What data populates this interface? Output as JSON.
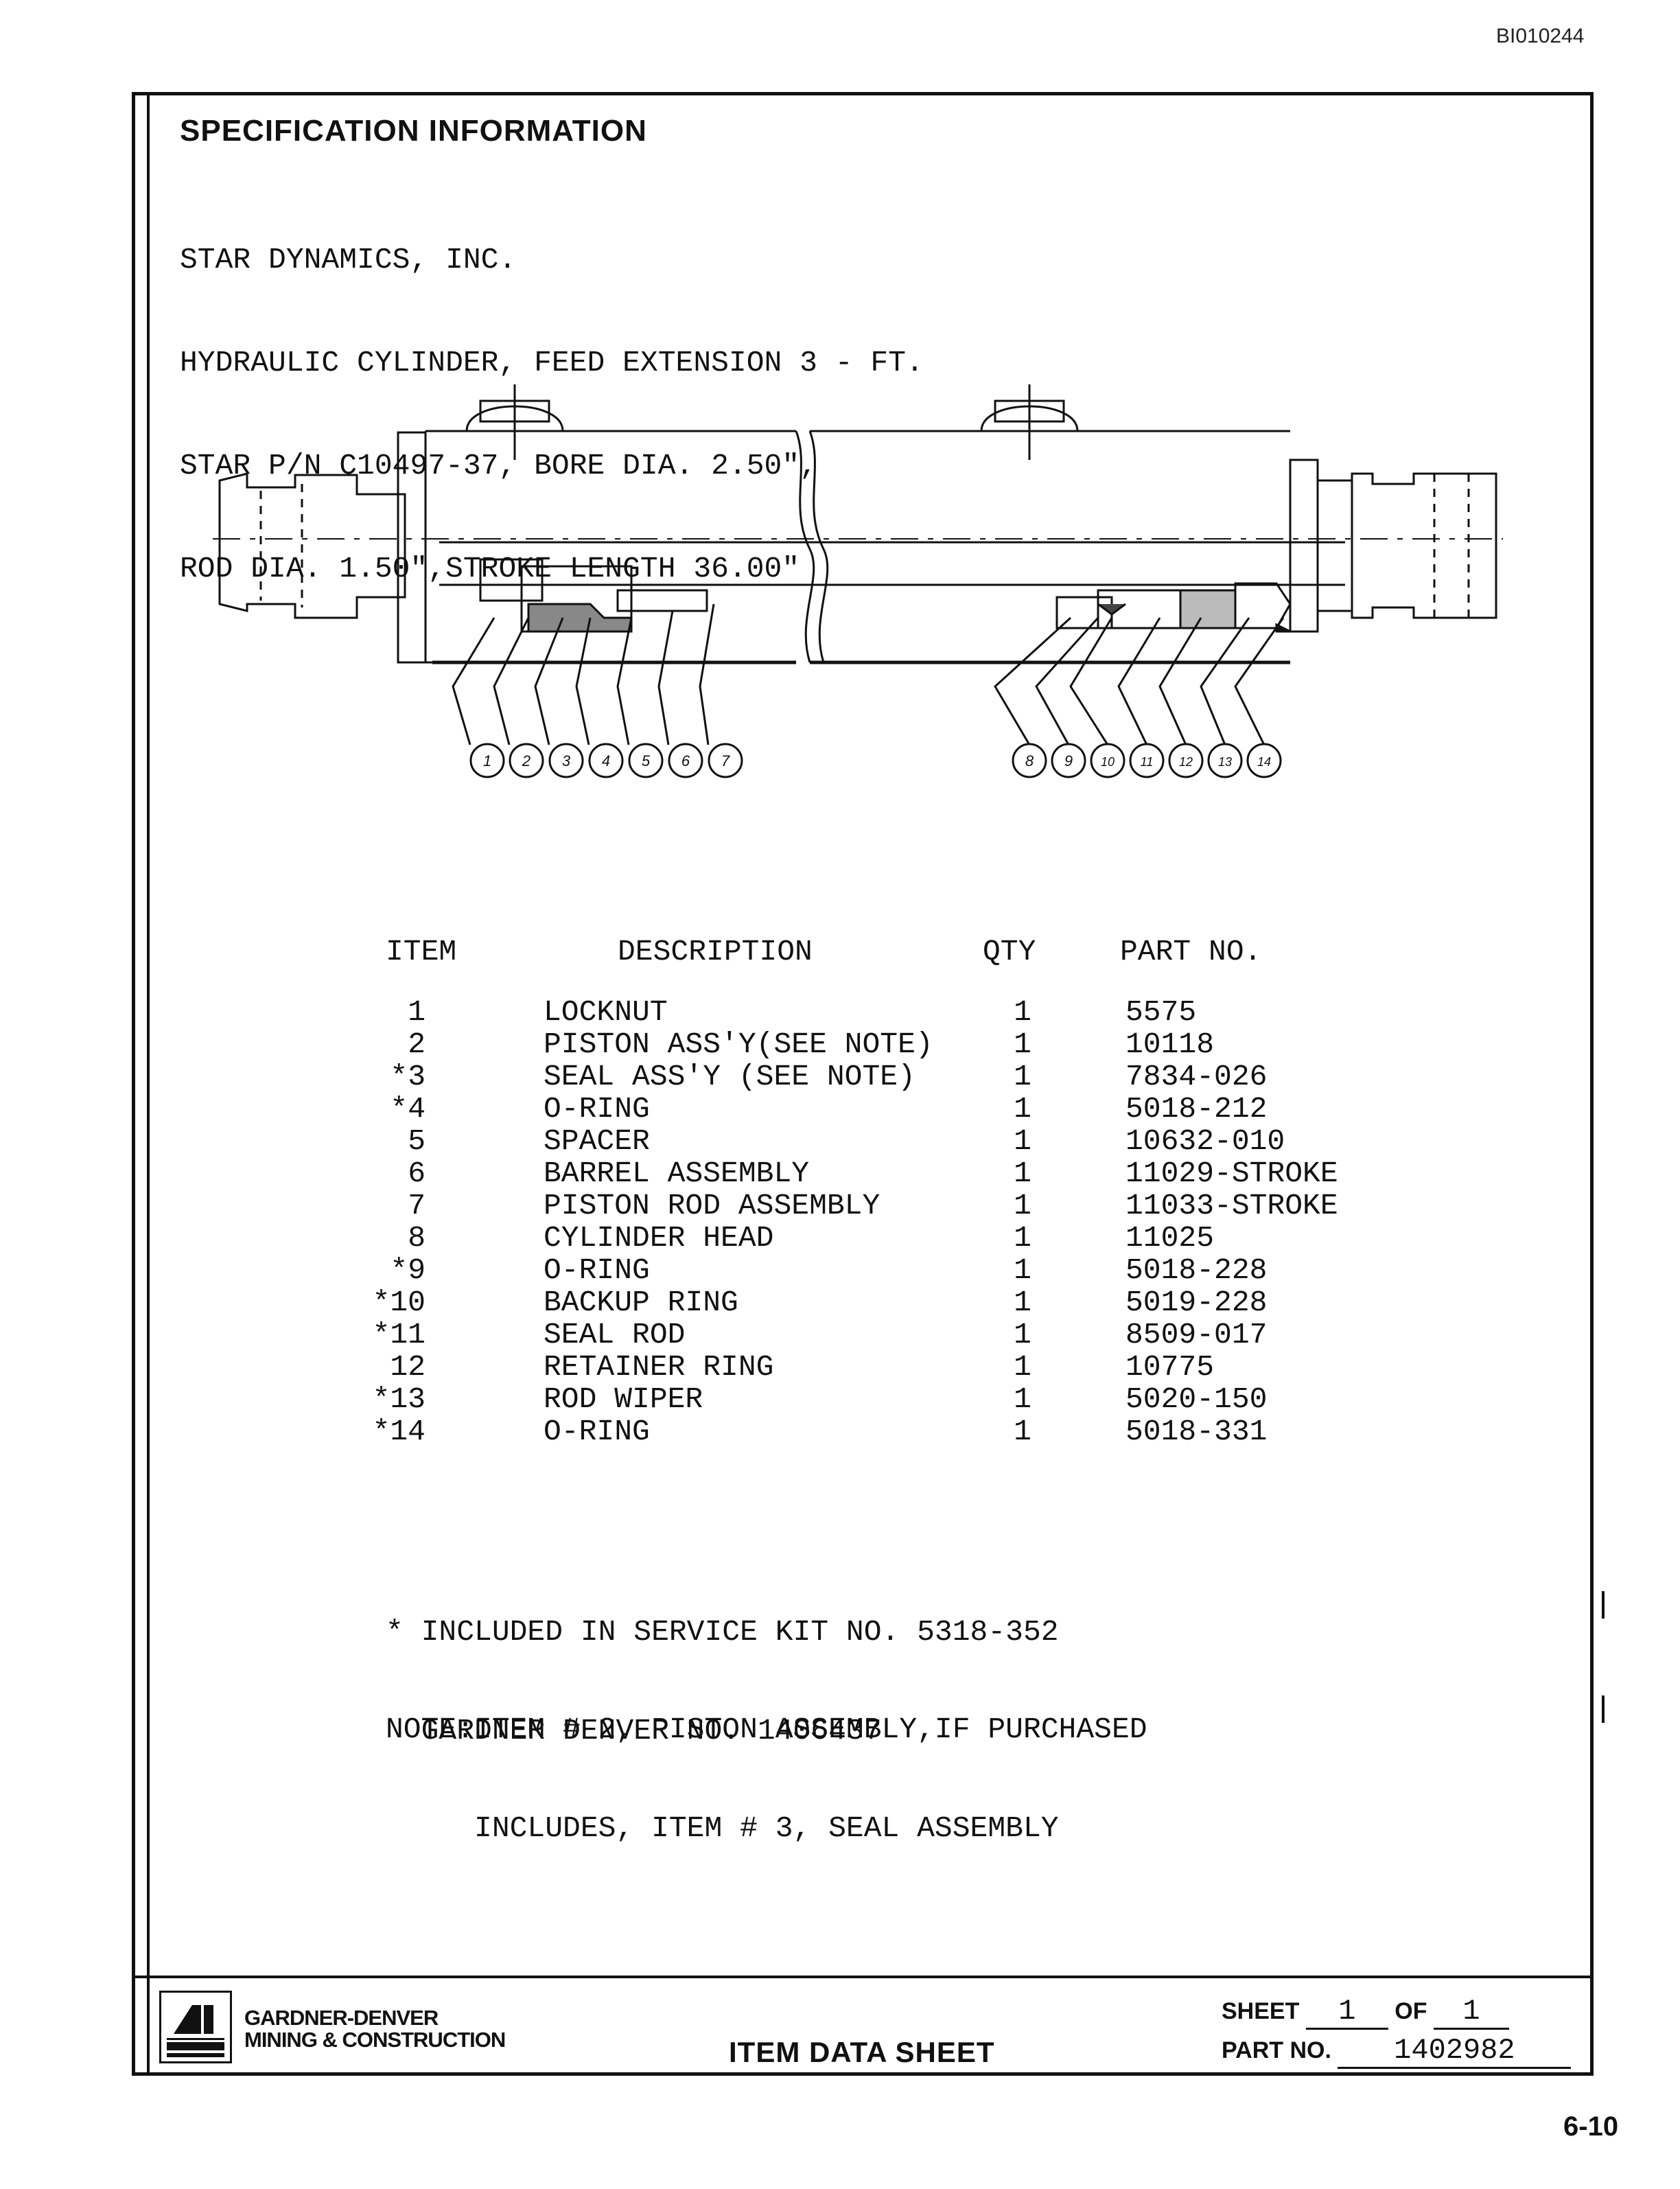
{
  "doc_id": "BI010244",
  "spec": {
    "heading": "SPECIFICATION INFORMATION",
    "lines": [
      "STAR DYNAMICS, INC.",
      "HYDRAULIC CYLINDER, FEED EXTENSION 3 - FT.",
      "STAR P/N C10497-37, BORE DIA. 2.50\",",
      "ROD DIA. 1.50\",STROKE LENGTH 36.00\""
    ]
  },
  "callouts": [
    "1",
    "2",
    "3",
    "4",
    "5",
    "6",
    "7",
    "8",
    "9",
    "10",
    "11",
    "12",
    "13",
    "14"
  ],
  "table": {
    "headers": {
      "item": "ITEM",
      "description": "DESCRIPTION",
      "qty": "QTY",
      "part_no": "PART NO."
    },
    "rows": [
      {
        "item": "1",
        "description": "LOCKNUT",
        "qty": "1",
        "part_no": "5575"
      },
      {
        "item": "2",
        "description": "PISTON ASS'Y(SEE NOTE)",
        "qty": "1",
        "part_no": "10118"
      },
      {
        "item": "*3",
        "description": "SEAL ASS'Y (SEE NOTE)",
        "qty": "1",
        "part_no": "7834-026"
      },
      {
        "item": "*4",
        "description": "O-RING",
        "qty": "1",
        "part_no": "5018-212"
      },
      {
        "item": "5",
        "description": "SPACER",
        "qty": "1",
        "part_no": "10632-010"
      },
      {
        "item": "6",
        "description": "BARREL ASSEMBLY",
        "qty": "1",
        "part_no": "11029-STROKE"
      },
      {
        "item": "7",
        "description": "PISTON ROD ASSEMBLY",
        "qty": "1",
        "part_no": "11033-STROKE"
      },
      {
        "item": "8",
        "description": "CYLINDER HEAD",
        "qty": "1",
        "part_no": "11025"
      },
      {
        "item": "*9",
        "description": "O-RING",
        "qty": "1",
        "part_no": "5018-228"
      },
      {
        "item": "*10",
        "description": "BACKUP RING",
        "qty": "1",
        "part_no": "5019-228"
      },
      {
        "item": "*11",
        "description": "SEAL ROD",
        "qty": "1",
        "part_no": "8509-017"
      },
      {
        "item": "12",
        "description": "RETAINER RING",
        "qty": "1",
        "part_no": "10775"
      },
      {
        "item": "*13",
        "description": "ROD WIPER",
        "qty": "1",
        "part_no": "5020-150"
      },
      {
        "item": "*14",
        "description": "O-RING",
        "qty": "1",
        "part_no": "5018-331"
      }
    ]
  },
  "kit_note": {
    "line1": "* INCLUDED IN SERVICE KIT NO. 5318-352",
    "line2": "  GARDNER DENVER NO. 1406437"
  },
  "assy_note": {
    "line1": "NOTE:ITEM # 2, PISTON ASSEMBLY,IF PURCHASED",
    "line2": "     INCLUDES, ITEM # 3, SEAL ASSEMBLY"
  },
  "footer": {
    "company_line1": "GARDNER-DENVER",
    "company_line2": "MINING & CONSTRUCTION",
    "title": "ITEM DATA SHEET",
    "sheet_label": "SHEET",
    "sheet_num": "1",
    "of_label": "OF",
    "sheet_total": "1",
    "part_label": "PART NO.",
    "part_no": "1402982"
  },
  "page_number": "6-10"
}
